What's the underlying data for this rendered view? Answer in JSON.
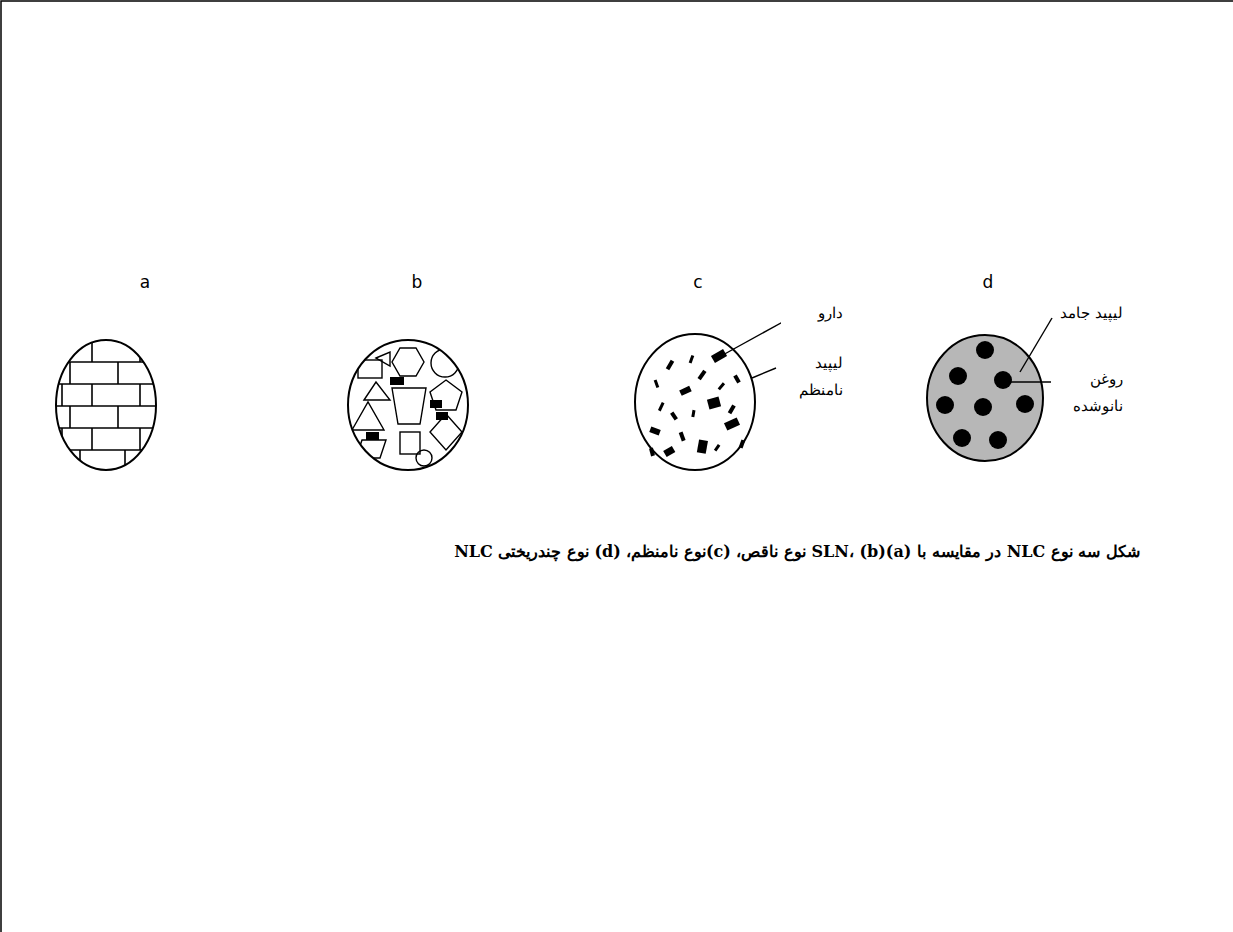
{
  "diagram": {
    "caption": "شکل سه نوع NLC در مقایسه با (a)SLN، (b) نوع ناقص، (c)نوع نامنظم، (d) نوع چندریختی NLC",
    "nodes": [
      {
        "text": [
          "a"
        ]
      },
      {
        "text": [
          "b"
        ]
      },
      {
        "text": [
          "c"
        ]
      },
      {
        "text": [
          "d"
        ]
      }
    ],
    "labels": [
      "دارو",
      "لیپید نامنظم",
      "لیپید جامد",
      "روغن نانوشده"
    ]
  }
}
